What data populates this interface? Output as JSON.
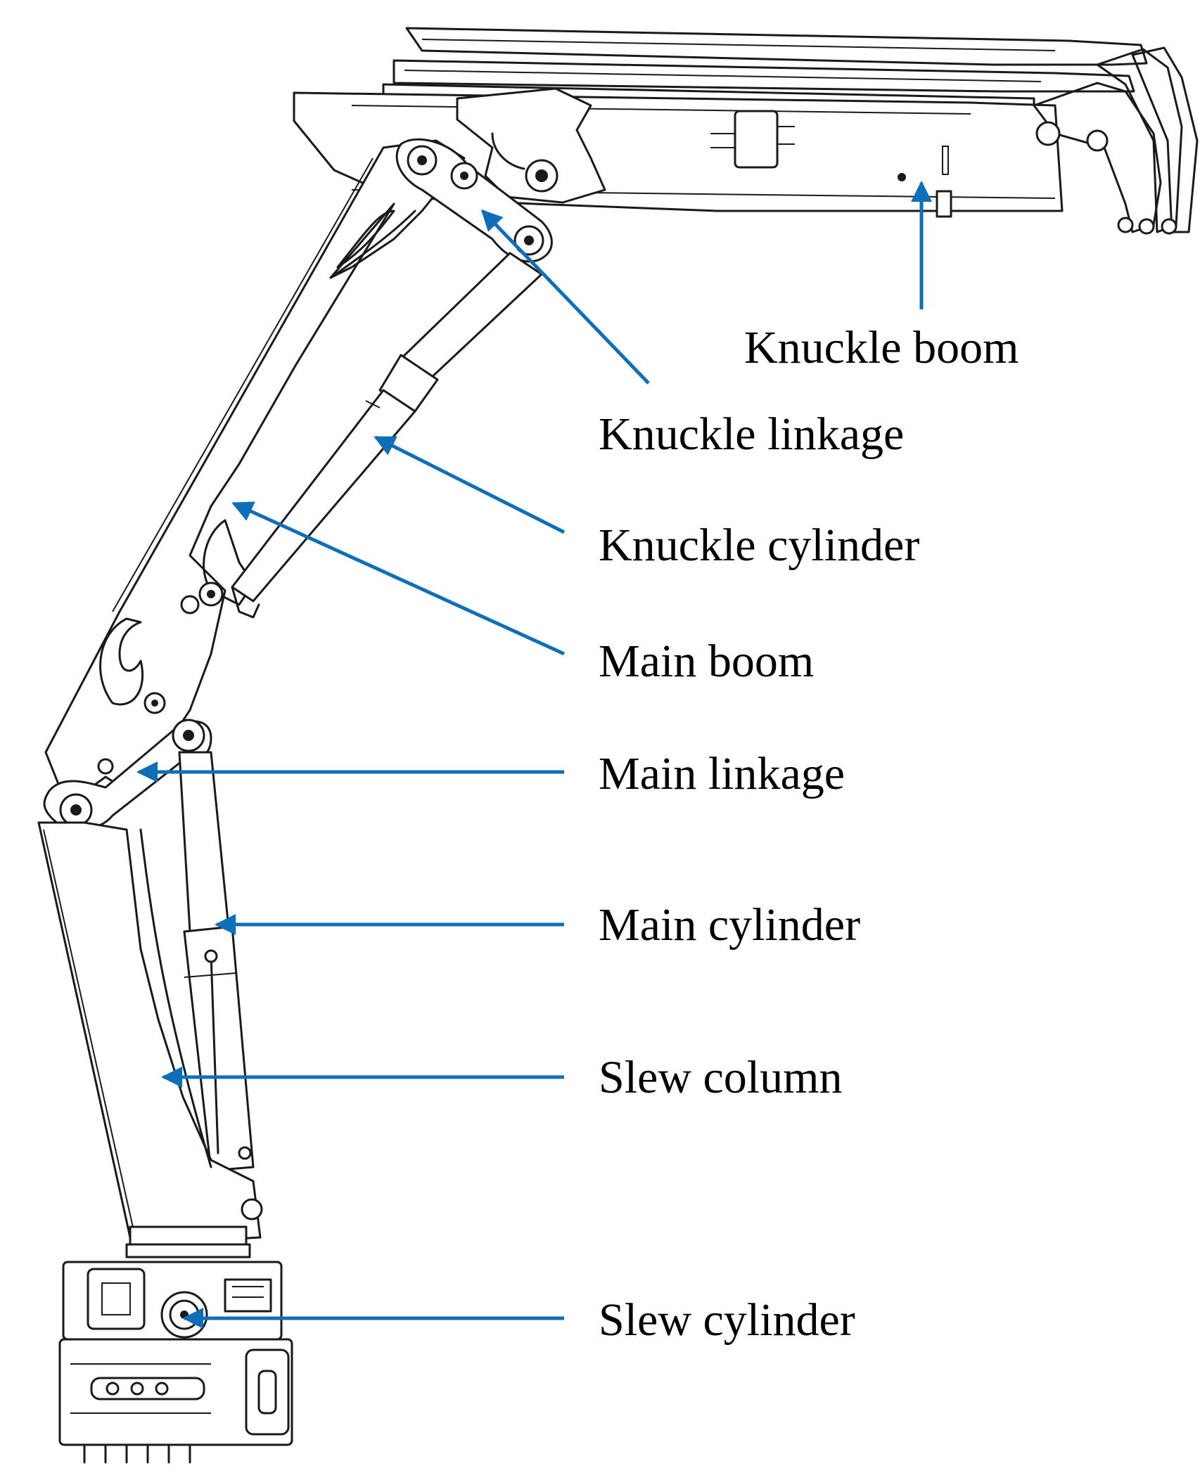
{
  "colors": {
    "arrow": "#0e6eb8",
    "line": "#1a1a1a",
    "background": "#ffffff"
  },
  "labels": {
    "knuckle_boom": "Knuckle boom",
    "knuckle_linkage": "Knuckle linkage",
    "knuckle_cylinder": "Knuckle cylinder",
    "main_boom": "Main boom",
    "main_linkage": "Main linkage",
    "main_cylinder": "Main cylinder",
    "slew_column": "Slew column",
    "slew_cylinder": "Slew cylinder"
  }
}
